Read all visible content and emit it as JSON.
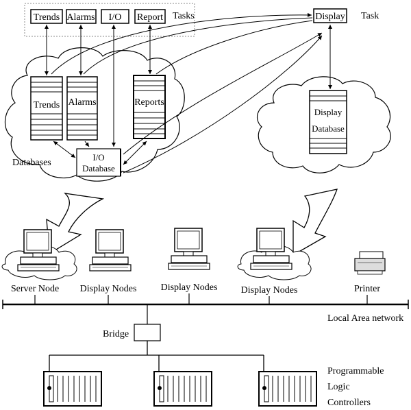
{
  "tasks": {
    "label": "Tasks",
    "items": [
      "Trends",
      "Alarms",
      "I/O",
      "Report"
    ]
  },
  "display_task": {
    "name": "Display",
    "label": "Task"
  },
  "databases": {
    "label": "Databases",
    "trends": "Trends",
    "alarms": "Alarms",
    "reports": "Reports",
    "io_line1": "I/O",
    "io_line2": "Database"
  },
  "display_db": {
    "line1": "Display",
    "line2": "Database"
  },
  "nodes": {
    "server": "Server Node",
    "display1": "Display Nodes",
    "display2": "Display Nodes",
    "display3": "Display Nodes",
    "printer": "Printer"
  },
  "network": {
    "label": "Local Area network"
  },
  "bridge": {
    "label": "Bridge"
  },
  "plc": {
    "line1": "Programmable",
    "line2": "Logic",
    "line3": "Controllers"
  }
}
